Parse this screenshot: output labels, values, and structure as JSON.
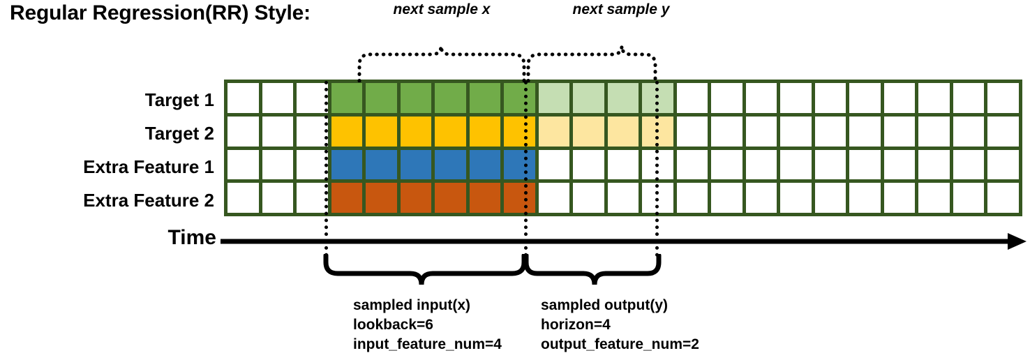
{
  "title": "Regular Regression(RR) Style:",
  "colors": {
    "grid_border": "#365720",
    "empty_cell": "#ffffff",
    "target1_dark": "#71ac49",
    "target1_light": "#c5deb3",
    "target2_dark": "#fec200",
    "target2_light": "#fde6a0",
    "extra1": "#2e77b8",
    "extra2": "#c8570f",
    "stroke": "#000000"
  },
  "rows": [
    {
      "label": "Target 1",
      "cells": [
        "empty",
        "empty",
        "empty",
        "dark",
        "dark",
        "dark",
        "dark",
        "dark",
        "dark",
        "light",
        "light",
        "light",
        "light",
        "empty",
        "empty",
        "empty",
        "empty",
        "empty",
        "empty",
        "empty",
        "empty",
        "empty",
        "empty"
      ]
    },
    {
      "label": "Target 2",
      "cells": [
        "empty",
        "empty",
        "empty",
        "dark",
        "dark",
        "dark",
        "dark",
        "dark",
        "dark",
        "light",
        "light",
        "light",
        "light",
        "empty",
        "empty",
        "empty",
        "empty",
        "empty",
        "empty",
        "empty",
        "empty",
        "empty",
        "empty"
      ]
    },
    {
      "label": "Extra Feature 1",
      "cells": [
        "empty",
        "empty",
        "empty",
        "dark",
        "dark",
        "dark",
        "dark",
        "dark",
        "dark",
        "empty",
        "empty",
        "empty",
        "empty",
        "empty",
        "empty",
        "empty",
        "empty",
        "empty",
        "empty",
        "empty",
        "empty",
        "empty",
        "empty"
      ]
    },
    {
      "label": "Extra Feature 2",
      "cells": [
        "empty",
        "empty",
        "empty",
        "dark",
        "dark",
        "dark",
        "dark",
        "dark",
        "dark",
        "empty",
        "empty",
        "empty",
        "empty",
        "empty",
        "empty",
        "empty",
        "empty",
        "empty",
        "empty",
        "empty",
        "empty",
        "empty",
        "empty"
      ]
    }
  ],
  "top_braces": [
    {
      "label": "next sample x"
    },
    {
      "label": "next sample y"
    }
  ],
  "time_axis": {
    "label": "Time"
  },
  "bottom_braces": [
    {
      "caption_line1": "sampled input(x)",
      "caption_line2": "lookback=6",
      "caption_line3": "input_feature_num=4"
    },
    {
      "caption_line1": "sampled output(y)",
      "caption_line2": "horizon=4",
      "caption_line3": "output_feature_num=2"
    }
  ]
}
